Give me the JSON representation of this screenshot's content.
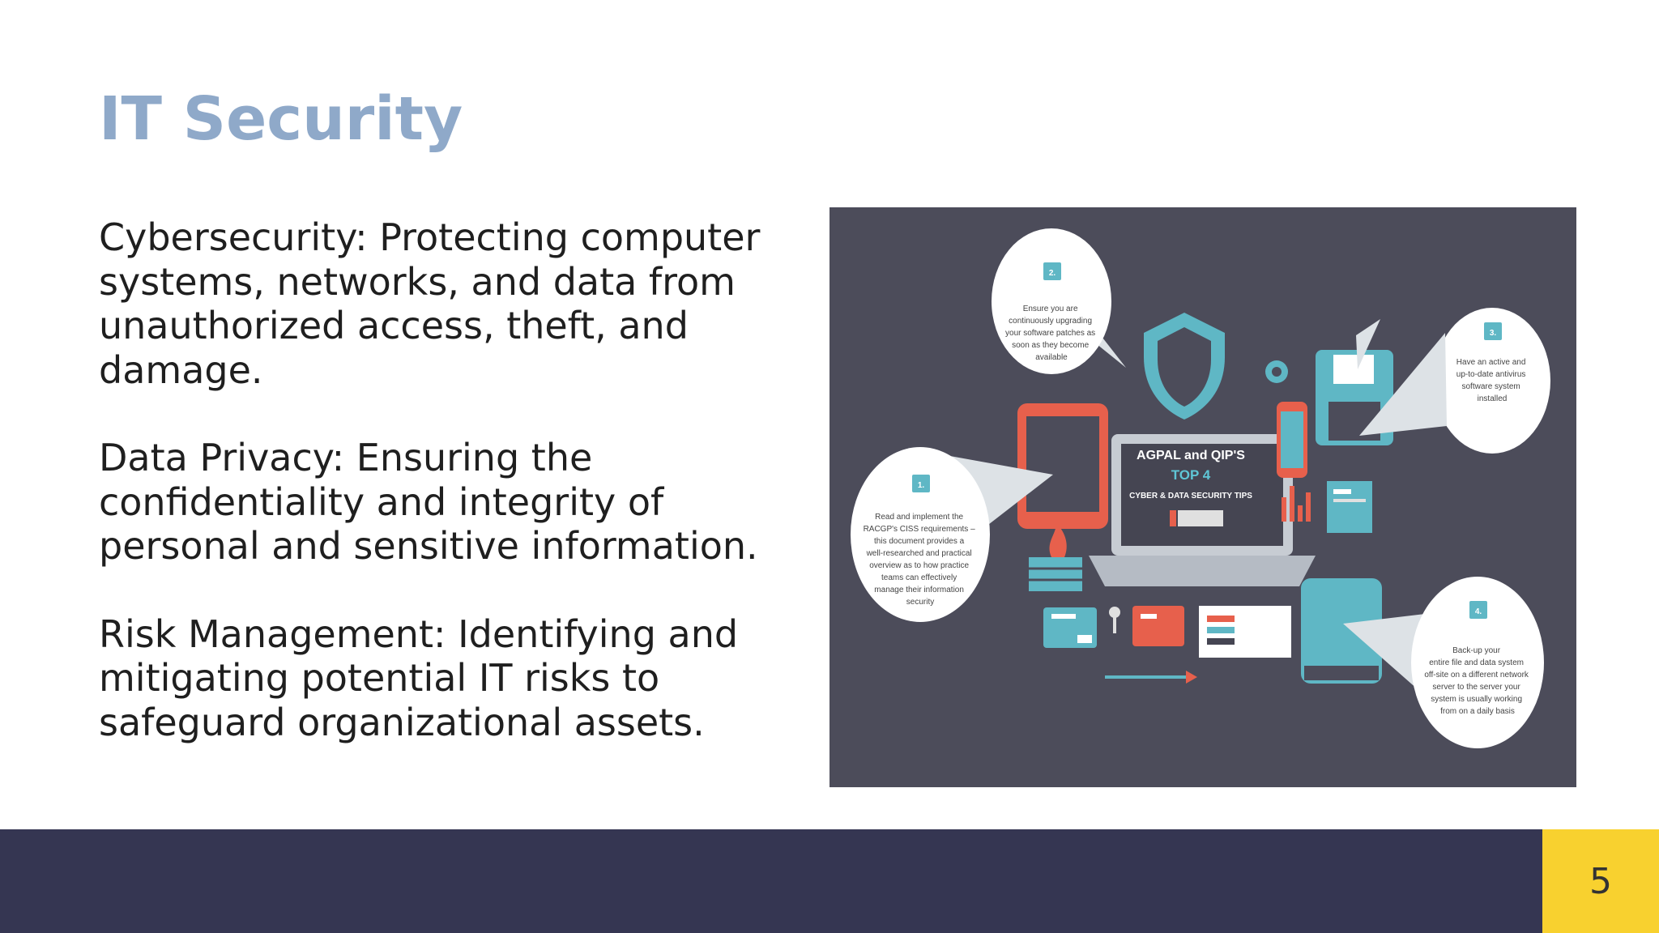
{
  "slide": {
    "title": "IT Security",
    "paragraphs": [
      "Cybersecurity: Protecting computer systems, networks, and data from unauthorized access, theft, and damage.",
      "Data Privacy: Ensuring the confidentiality and integrity of personal and sensitive information.",
      "Risk Management: Identifying and mitigating potential IT risks to safeguard organizational assets."
    ],
    "page_number": "5"
  },
  "infographic": {
    "laptop_title": "AGPAL and QIP'S",
    "laptop_top": "TOP 4",
    "laptop_sub": "CYBER & DATA SECURITY TIPS",
    "tips": [
      {
        "num": "1.",
        "lines": [
          "Read and implement the",
          "RACGP's CISS requirements –",
          "this document provides a",
          "well-researched and practical",
          "overview as to how practice",
          "teams can effectively",
          "manage their information",
          "security"
        ]
      },
      {
        "num": "2.",
        "lines": [
          "Ensure you are",
          "continuously upgrading",
          "your software patches as",
          "soon as they become",
          "available"
        ]
      },
      {
        "num": "3.",
        "lines": [
          "Have an active and",
          "up-to-date antivirus",
          "software system",
          "installed"
        ]
      },
      {
        "num": "4.",
        "lines": [
          "Back-up your",
          "entire file and data system",
          "off-site on a different network",
          "server to the server your",
          "system is usually working",
          "from on a daily basis"
        ]
      }
    ]
  },
  "colors": {
    "title": "#8fa9c9",
    "footer": "#353652",
    "page_box": "#f8d12f",
    "infographic_bg": "#4c4c5a",
    "teal": "#5fb7c5",
    "coral": "#e7604c"
  }
}
